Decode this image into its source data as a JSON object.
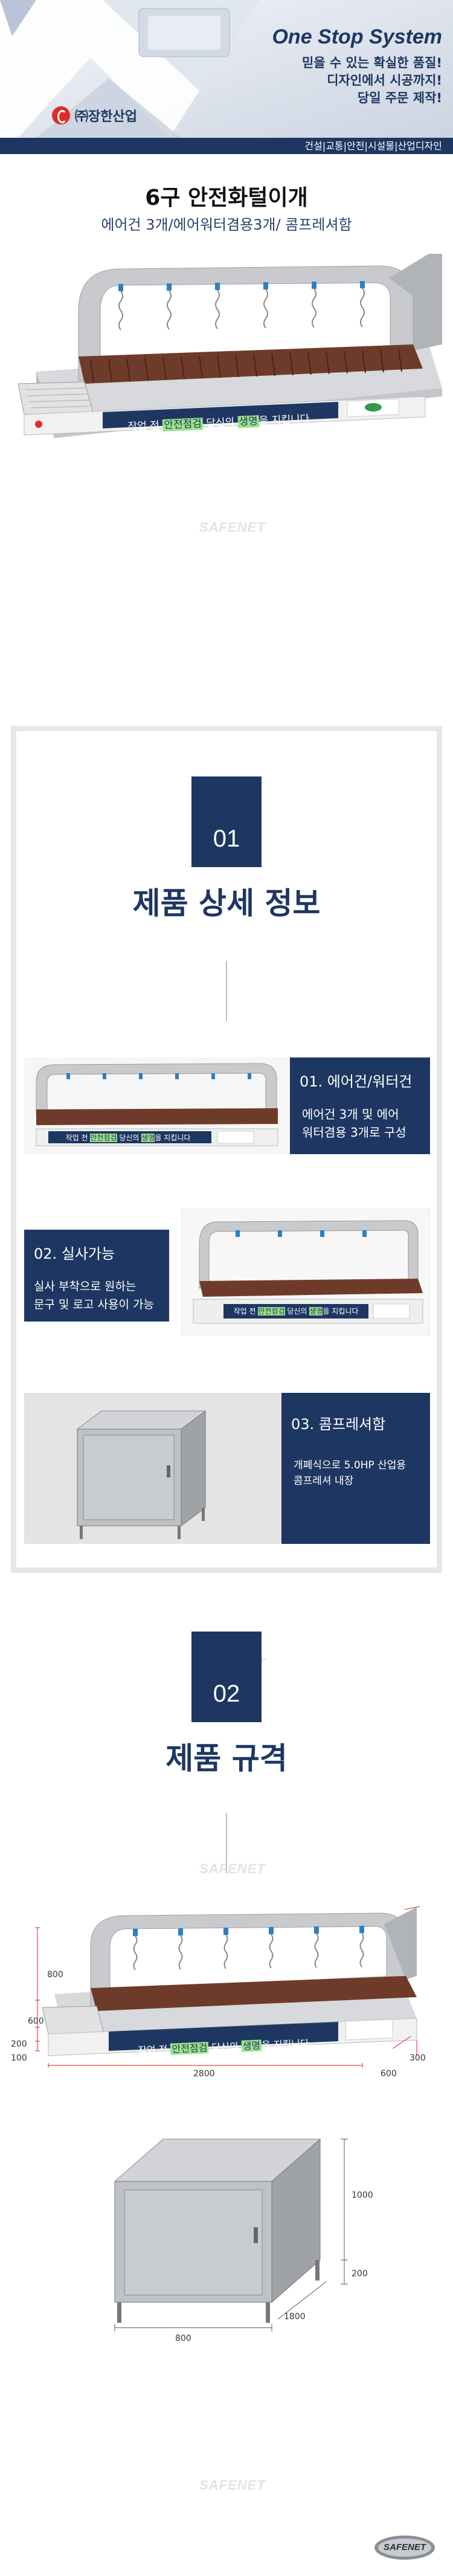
{
  "header": {
    "slogan": "One Stop System",
    "lines": [
      "믿을 수 있는 확실한 품질!",
      "디자인에서 시공까지!",
      "당일 주문 제작!"
    ],
    "company": "㈜장한산업",
    "categories": "건설|교통|안전|시설물|산업디자인"
  },
  "product": {
    "title": "6구 안전화털이개",
    "subtitle": "에어건 3개/에어워터겸용3개/ 콤프레셔함"
  },
  "machine_sign": {
    "prefix": "작업 전",
    "highlight1": "안전점검",
    "middle": "당신의",
    "highlight2": "생명",
    "suffix": "을 지킵니다"
  },
  "watermark": "SAFENET",
  "section1": {
    "number": "01",
    "title": "제품 상세 정보",
    "features": [
      {
        "heading": "01. 에어건/워터건",
        "body": [
          "에어건 3개 및 에어",
          "워터겸용 3개로 구성"
        ]
      },
      {
        "heading": "02. 실사가능",
        "body": [
          "실사 부착으로 원하는",
          "문구 및 로고 사용이 가능"
        ]
      },
      {
        "heading": "03. 콤프레셔함",
        "body": [
          "개폐식으로 5.0HP 산업용",
          "콤프레셔 내장"
        ]
      }
    ]
  },
  "section2": {
    "number": "02",
    "title": "제품 규격",
    "dims_main": {
      "h_top": "800",
      "h_mid": "600",
      "h_low": "200",
      "h_base": "100",
      "width": "2800",
      "depth": "300",
      "depth2": "600"
    },
    "dims_box": {
      "height": "1000",
      "leg": "200",
      "depth": "1800",
      "width": "800"
    }
  },
  "footer": {
    "logo": "SAFENET"
  },
  "colors": {
    "navy": "#1e3762",
    "rust": "#6e3b2a",
    "accent_green": "#9be38a"
  }
}
